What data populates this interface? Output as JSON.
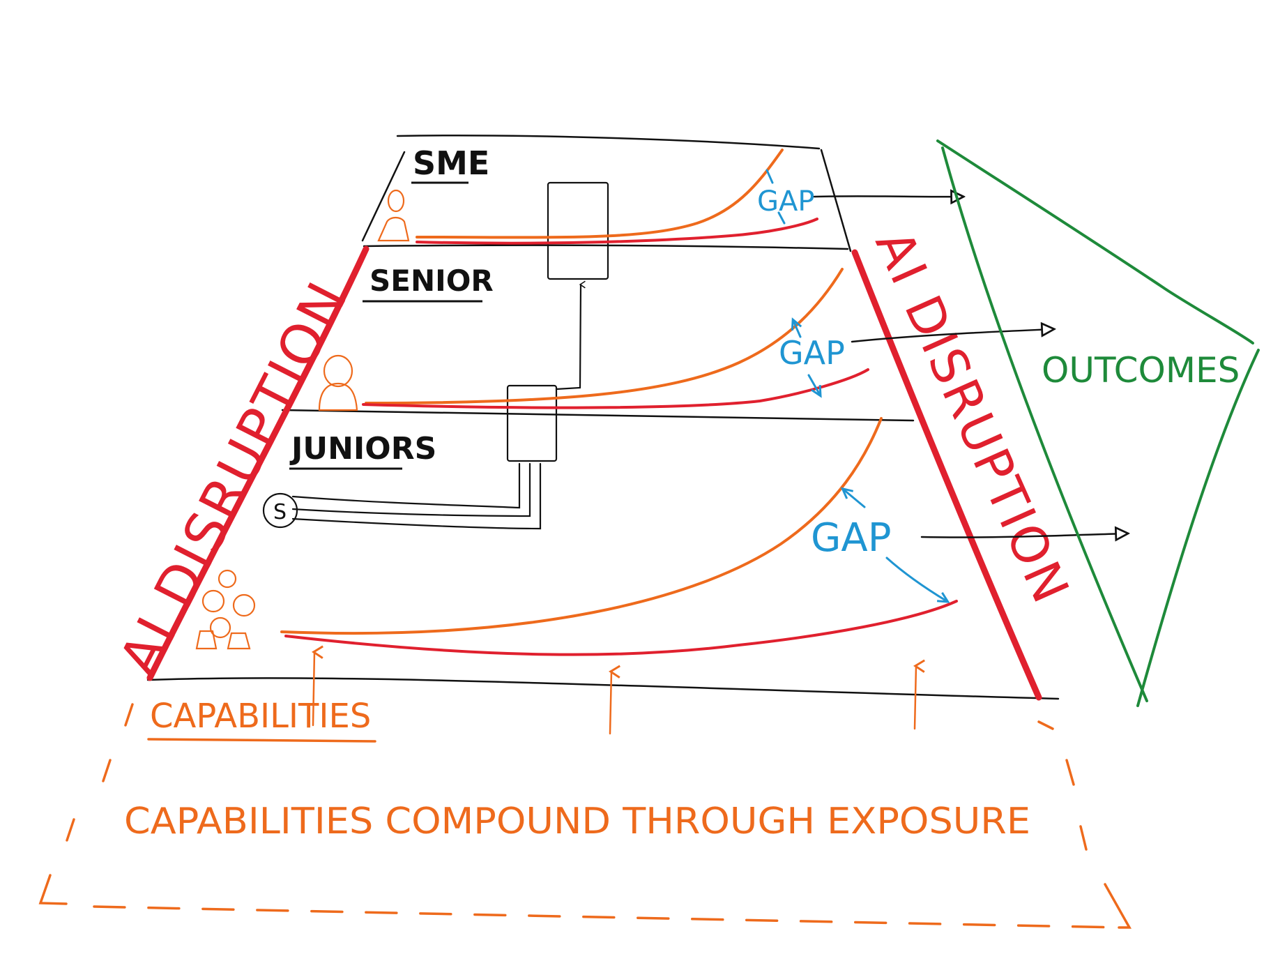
{
  "diagram": {
    "tiers": [
      {
        "id": "sme",
        "label": "SME"
      },
      {
        "id": "senior",
        "label": "SENIOR"
      },
      {
        "id": "juniors",
        "label": "JUNIORS"
      }
    ],
    "left_side_label": "AI DISRUPTION",
    "right_side_label": "AI DISRUPTION",
    "gap_labels": [
      "GAP",
      "GAP",
      "GAP"
    ],
    "outcomes_label": "OUTCOMES",
    "capabilities_label": "CAPABILITIES",
    "foundation_label": "CAPABILITIES COMPOUND THROUGH EXPOSURE",
    "service_symbol": "S"
  },
  "colors": {
    "ink": "#111111",
    "disruption": "#e0202e",
    "capability": "#ee6a1c",
    "gap": "#1f95d2",
    "outcomes": "#1e8a3a"
  }
}
